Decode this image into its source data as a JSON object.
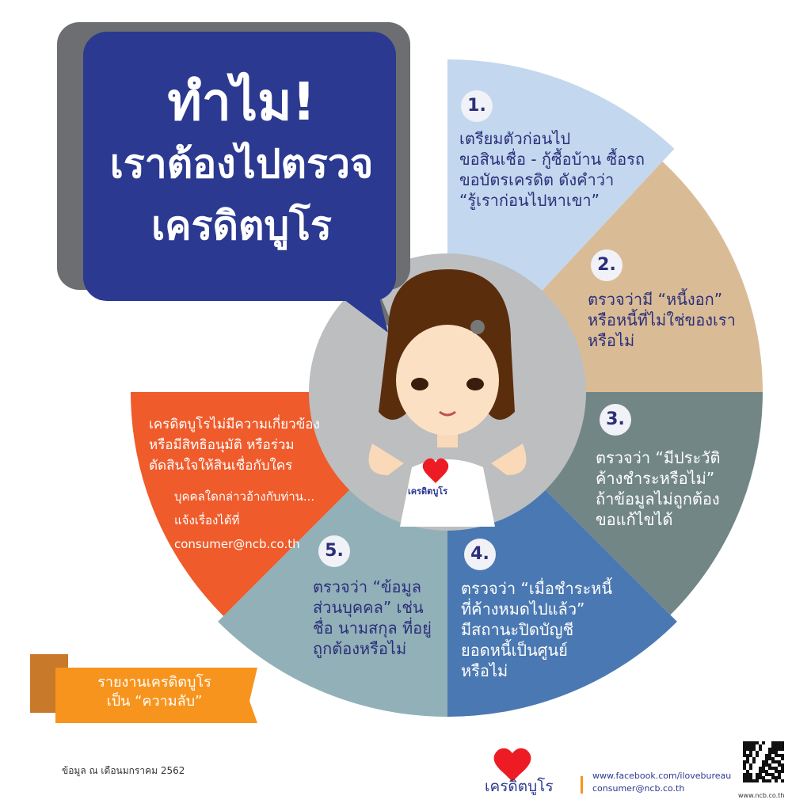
{
  "title": {
    "line1": "ทำไม!",
    "line2": "เราต้องไปตรวจ",
    "line3": "เครดิตบูโร"
  },
  "colors": {
    "bubble": "#2b3990",
    "seg1": "#c3d7ee",
    "seg2": "#d9bc96",
    "seg3": "#728686",
    "seg4": "#4a78b2",
    "seg5": "#92b0b8",
    "orange": "#ef5b2b",
    "center": "#bcbec0",
    "ribbon": "#f7941d"
  },
  "segments": [
    {
      "num": "1.",
      "lines": [
        "เตรียมตัวก่อนไป",
        "ขอสินเชื่อ - กู้ซื้อบ้าน ซื้อรถ",
        "ขอบัตรเครดิต ดังคำว่า",
        "“รู้เราก่อนไปหาเขา”"
      ]
    },
    {
      "num": "2.",
      "lines": [
        "ตรวจว่ามี “หนี้งอก”",
        "หรือหนี้ที่ไม่ใช่ของเรา",
        "หรือไม่"
      ]
    },
    {
      "num": "3.",
      "lines": [
        "ตรวจว่า “มีประวัติ",
        "ค้างชำระหรือไม่”",
        "ถ้าข้อมูลไม่ถูกต้อง",
        "ขอแก้ไขได้"
      ]
    },
    {
      "num": "4.",
      "lines": [
        "ตรวจว่า “เมื่อชำระหนี้",
        "ที่ค้างหมดไปแล้ว”",
        "มีสถานะปิดบัญชี",
        "ยอดหนี้เป็นศูนย์",
        "หรือไม่"
      ]
    },
    {
      "num": "5.",
      "lines": [
        "ตรวจว่า “ข้อมูล",
        "ส่วนบุคคล” เช่น",
        "ชื่อ นามสกุล ที่อยู่",
        "ถูกต้องหรือไม่"
      ]
    }
  ],
  "disclaimer": {
    "lines": [
      "เครดิตบูโรไม่มีความเกี่ยวข้อง",
      "หรือมีสิทธิอนุมัติ หรือร่วม",
      "ตัดสินใจให้สินเชื่อกับใคร"
    ],
    "sub1": "บุคคลใดกล่าวอ้างกับท่าน...",
    "sub2": "แจ้งเรื่องได้ที่",
    "email": "consumer@ncb.co.th"
  },
  "shirt_text": "เครดิตบูโร",
  "ribbon": {
    "line1": "รายงานเครดิตบูโร",
    "line2": "เป็น “ความลับ”"
  },
  "footnote": "ข้อมูล ณ เดือนมกราคม 2562",
  "footer": {
    "logo_text": "เครดิตบูโร",
    "facebook": "www.facebook.com/ilovebureau",
    "email": "consumer@ncb.co.th",
    "website": "www.ncb.co.th"
  }
}
